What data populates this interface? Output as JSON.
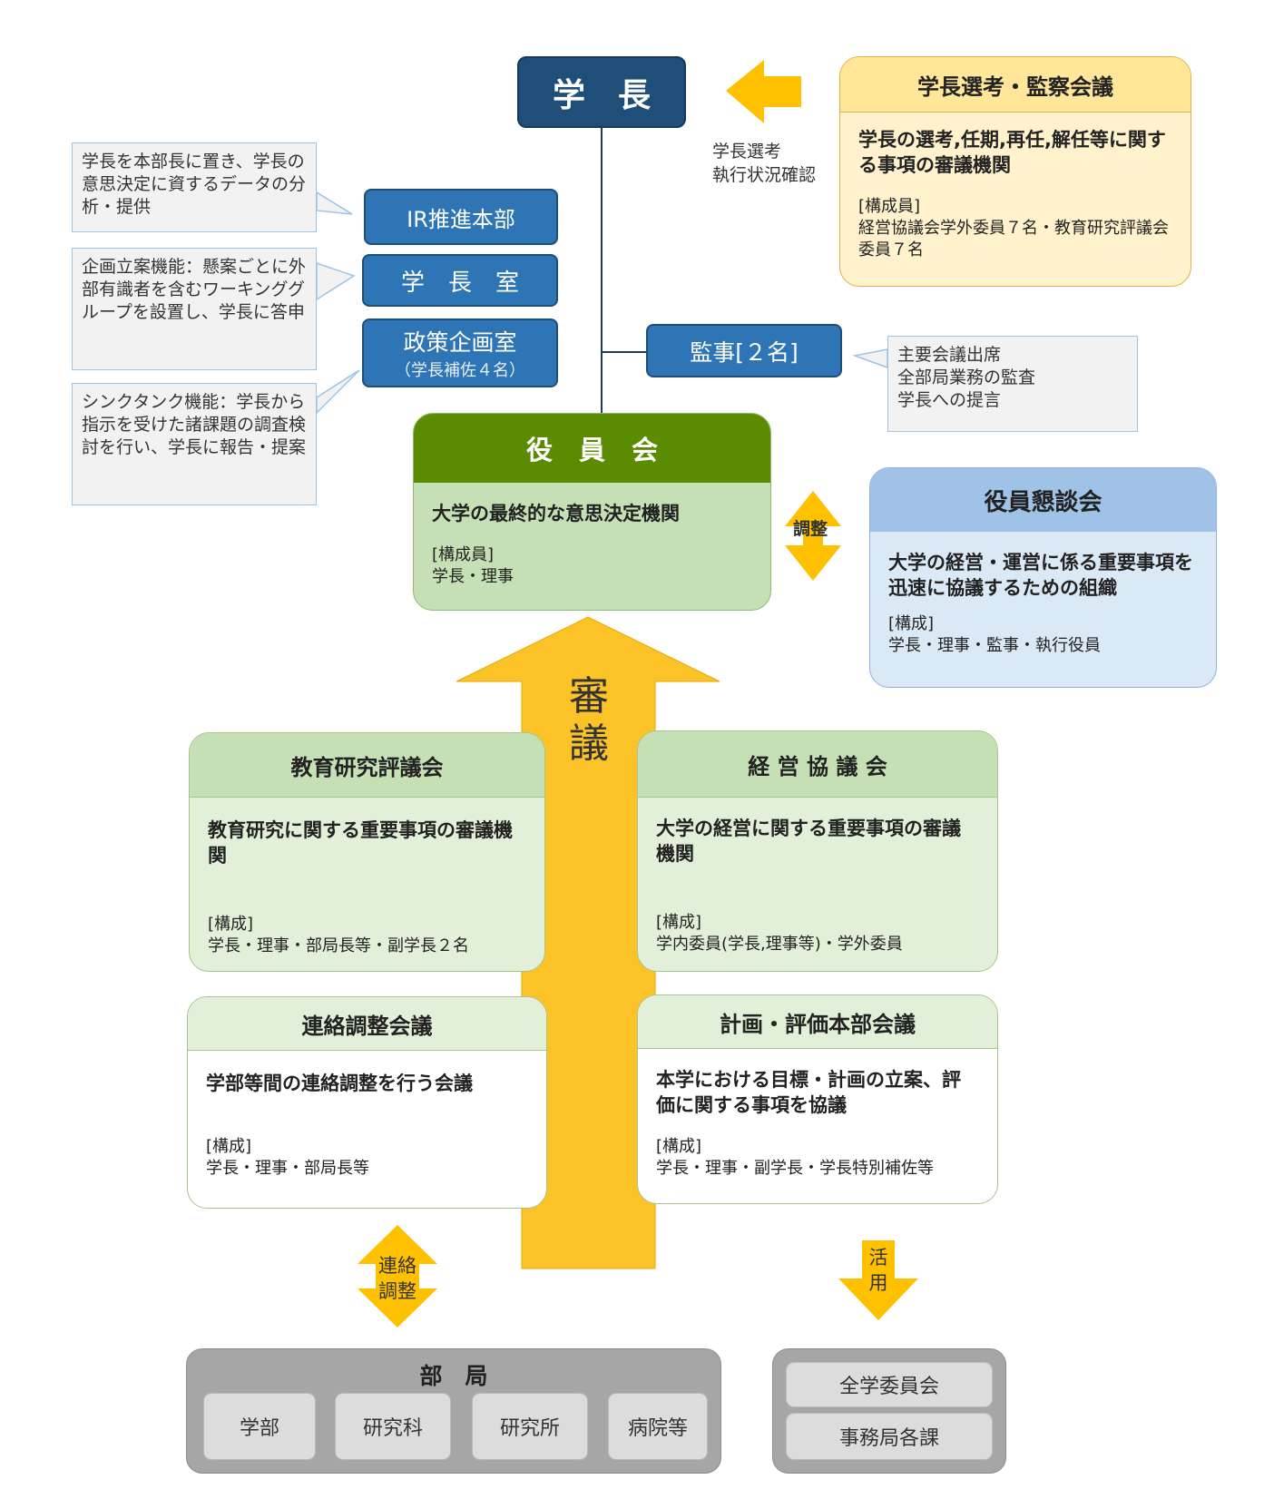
{
  "president": "学　長",
  "arrow_left_label": [
    "学長選考",
    "執行状況確認"
  ],
  "selection_council": {
    "title": "学長選考・監察会議",
    "desc": "学長の選考,任期,再任,解任等に関する事項の審議機関",
    "members_label": "[構成員]",
    "members": "経営協議会学外委員７名・教育研究評議会委員７名"
  },
  "units": {
    "ir": "IR推進本部",
    "office": "学　長　室",
    "policy": "政策企画室",
    "policy_sub": "（学長補佐４名）",
    "auditor": "監事[２名]"
  },
  "callouts": {
    "ir": "学長を本部長に置き、学長の意思決定に資するデータの分析・提供",
    "office": "企画立案機能：懸案ごとに外部有識者を含むワーキンググループを設置し、学長に答申",
    "policy": "シンクタンク機能：学長から指示を受けた諸課題の調査検討を行い、学長に報告・提案",
    "auditor": "主要会議出席\n全部局業務の監査\n学長への提言"
  },
  "board": {
    "title": "役　員　会",
    "desc": "大学の最終的な意思決定機関",
    "members_label": "[構成員]",
    "members": "学長・理事"
  },
  "adjust_label": "調整",
  "executive_meeting": {
    "title": "役員懇談会",
    "desc": "大学の経営・運営に係る重要事項を迅速に協議するための組織",
    "members_label": "[構成]",
    "members": "学長・理事・監事・執行役員"
  },
  "deliberation_label": "審議",
  "education_council": {
    "title": "教育研究評議会",
    "desc": "教育研究に関する重要事項の審議機関",
    "members_label": "[構成]",
    "members": "学長・理事・部局長等・副学長２名"
  },
  "management_council": {
    "title": "経 営 協 議 会",
    "desc": "大学の経営に関する重要事項の審議機関",
    "members_label": "[構成]",
    "members": "学内委員(学長,理事等)・学外委員"
  },
  "liaison_meeting": {
    "title": "連絡調整会議",
    "desc": "学部等間の連絡調整を行う会議",
    "members_label": "[構成]",
    "members": "学長・理事・部局長等"
  },
  "planning_meeting": {
    "title": "計画・評価本部会議",
    "desc": "本学における目標・計画の立案、評価に関する事項を協議",
    "members_label": "[構成]",
    "members": "学長・理事・副学長・学長特別補佐等"
  },
  "liaison_arrow_label": "連絡\n調整",
  "use_arrow_label": "活\n用",
  "departments": {
    "title": "部　局",
    "items": [
      "学部",
      "研究科",
      "研究所",
      "病院等"
    ]
  },
  "admin": {
    "items": [
      "全学委員会",
      "事務局各課"
    ]
  }
}
